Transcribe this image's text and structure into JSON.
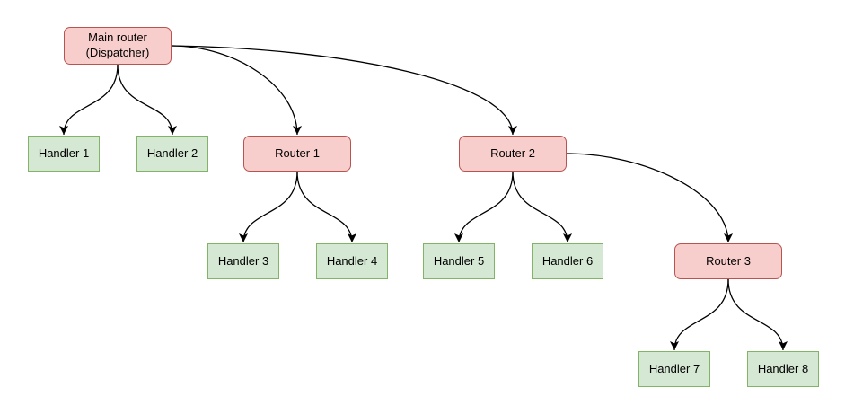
{
  "diagram": {
    "kind": "router-handler-tree",
    "background": "#ffffff",
    "colors": {
      "router_fill": "#f8cecc",
      "router_border": "#b85450",
      "handler_fill": "#d5e8d4",
      "handler_border": "#82b366",
      "edge": "#000000",
      "text": "#000000"
    },
    "nodes": [
      {
        "id": "main-router",
        "kind": "router",
        "label": "Main router (Dispatcher)"
      },
      {
        "id": "handler-1",
        "kind": "handler",
        "label": "Handler 1"
      },
      {
        "id": "handler-2",
        "kind": "handler",
        "label": "Handler 2"
      },
      {
        "id": "router-1",
        "kind": "router",
        "label": "Router 1"
      },
      {
        "id": "router-2",
        "kind": "router",
        "label": "Router 2"
      },
      {
        "id": "handler-3",
        "kind": "handler",
        "label": "Handler 3"
      },
      {
        "id": "handler-4",
        "kind": "handler",
        "label": "Handler 4"
      },
      {
        "id": "handler-5",
        "kind": "handler",
        "label": "Handler 5"
      },
      {
        "id": "handler-6",
        "kind": "handler",
        "label": "Handler 6"
      },
      {
        "id": "router-3",
        "kind": "router",
        "label": "Router 3"
      },
      {
        "id": "handler-7",
        "kind": "handler",
        "label": "Handler 7"
      },
      {
        "id": "handler-8",
        "kind": "handler",
        "label": "Handler 8"
      }
    ],
    "edges": [
      {
        "from": "main-router",
        "to": "handler-1"
      },
      {
        "from": "main-router",
        "to": "handler-2"
      },
      {
        "from": "main-router",
        "to": "router-1"
      },
      {
        "from": "main-router",
        "to": "router-2"
      },
      {
        "from": "router-1",
        "to": "handler-3"
      },
      {
        "from": "router-1",
        "to": "handler-4"
      },
      {
        "from": "router-2",
        "to": "handler-5"
      },
      {
        "from": "router-2",
        "to": "handler-6"
      },
      {
        "from": "router-2",
        "to": "router-3"
      },
      {
        "from": "router-3",
        "to": "handler-7"
      },
      {
        "from": "router-3",
        "to": "handler-8"
      }
    ]
  }
}
